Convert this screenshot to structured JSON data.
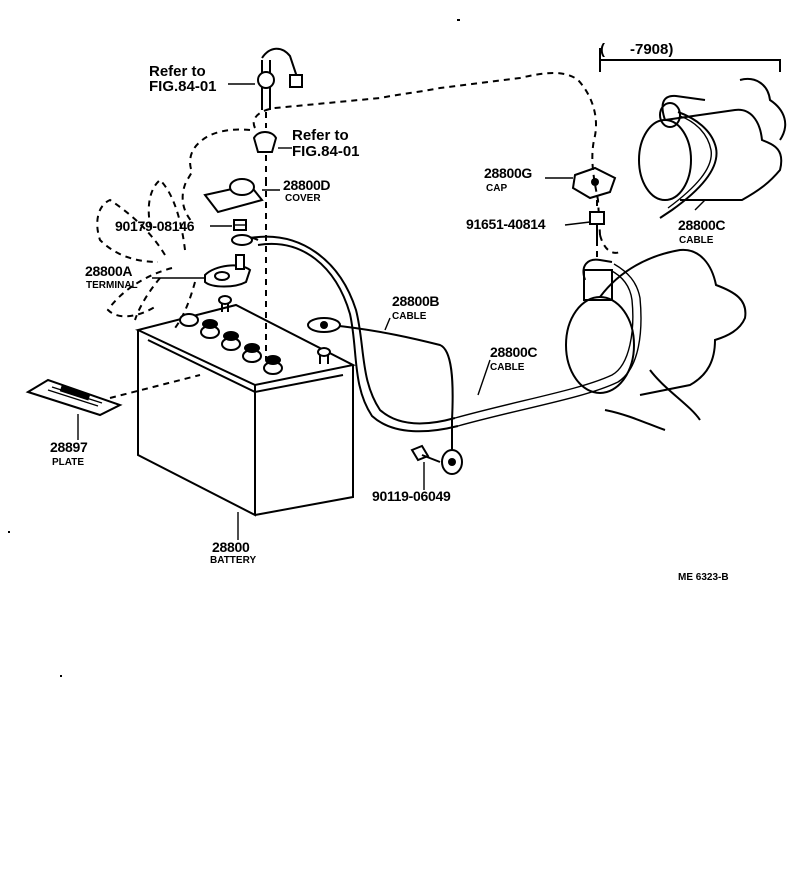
{
  "refs": {
    "ref1_line1": "Refer to",
    "ref1_line2": "FIG.84-01",
    "ref2_line1": "Refer to",
    "ref2_line2": "FIG.84-01",
    "range_label": "-7908)"
  },
  "parts": {
    "cover": {
      "number": "28800D",
      "name": "COVER"
    },
    "bolt_terminal": {
      "number": "90179-08146"
    },
    "terminal": {
      "number": "28800A",
      "name": "TERMINAL"
    },
    "cable_b": {
      "number": "28800B",
      "name": "CABLE"
    },
    "cable_c_mid": {
      "number": "28800C",
      "name": "CABLE"
    },
    "cable_c_top": {
      "number": "28800C",
      "name": "CABLE"
    },
    "cap": {
      "number": "28800G",
      "name": "CAP"
    },
    "nut_starter": {
      "number": "91651-40814"
    },
    "plate": {
      "number": "28897",
      "name": "PLATE"
    },
    "bolt_ground": {
      "number": "90119-06049"
    },
    "battery": {
      "number": "28800",
      "name": "BATTERY"
    }
  },
  "figure_code": "ME 6323-B"
}
